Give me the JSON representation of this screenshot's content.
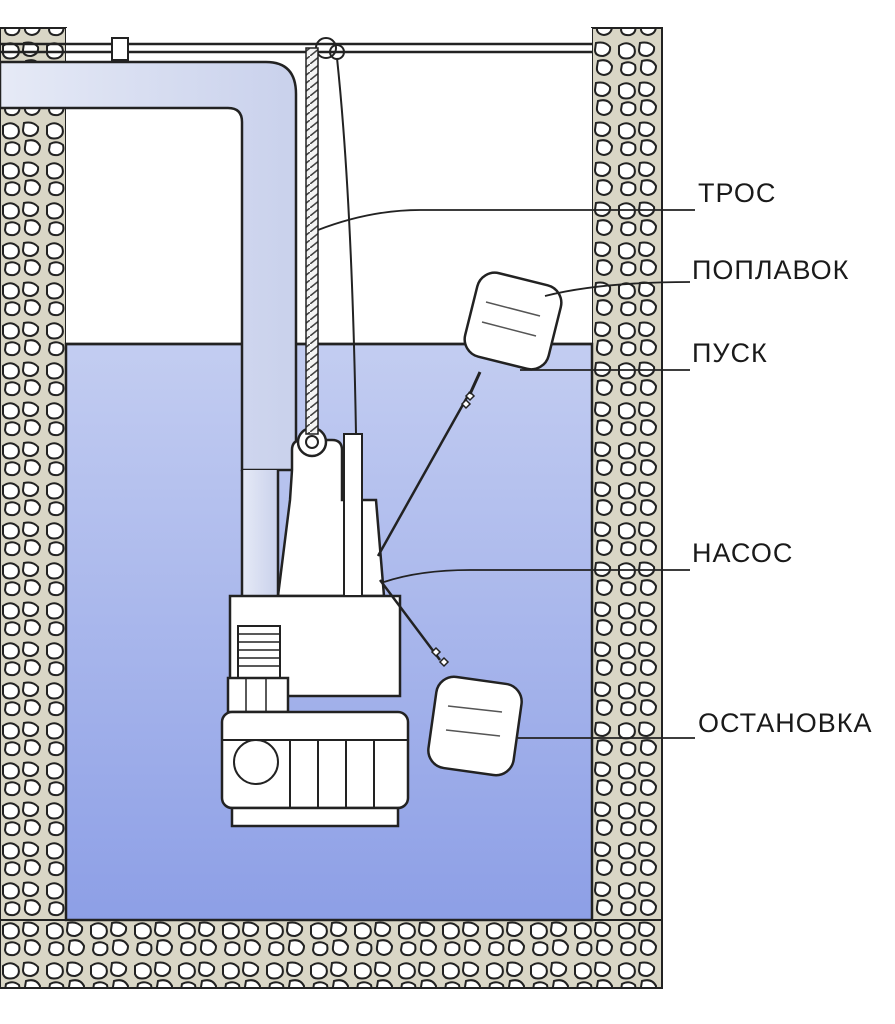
{
  "labels": {
    "cable": "ТРОС",
    "float": "ПОПЛАВОК",
    "start": "ПУСК",
    "pump": "НАСОС",
    "stop": "ОСТАНОВКА"
  },
  "colors": {
    "water_top": "#c3cdf1",
    "water_bottom": "#8d9fe6",
    "wall_fill": "#d9d6c6",
    "stone_fill": "#ffffff",
    "line": "#1e1e1e"
  }
}
